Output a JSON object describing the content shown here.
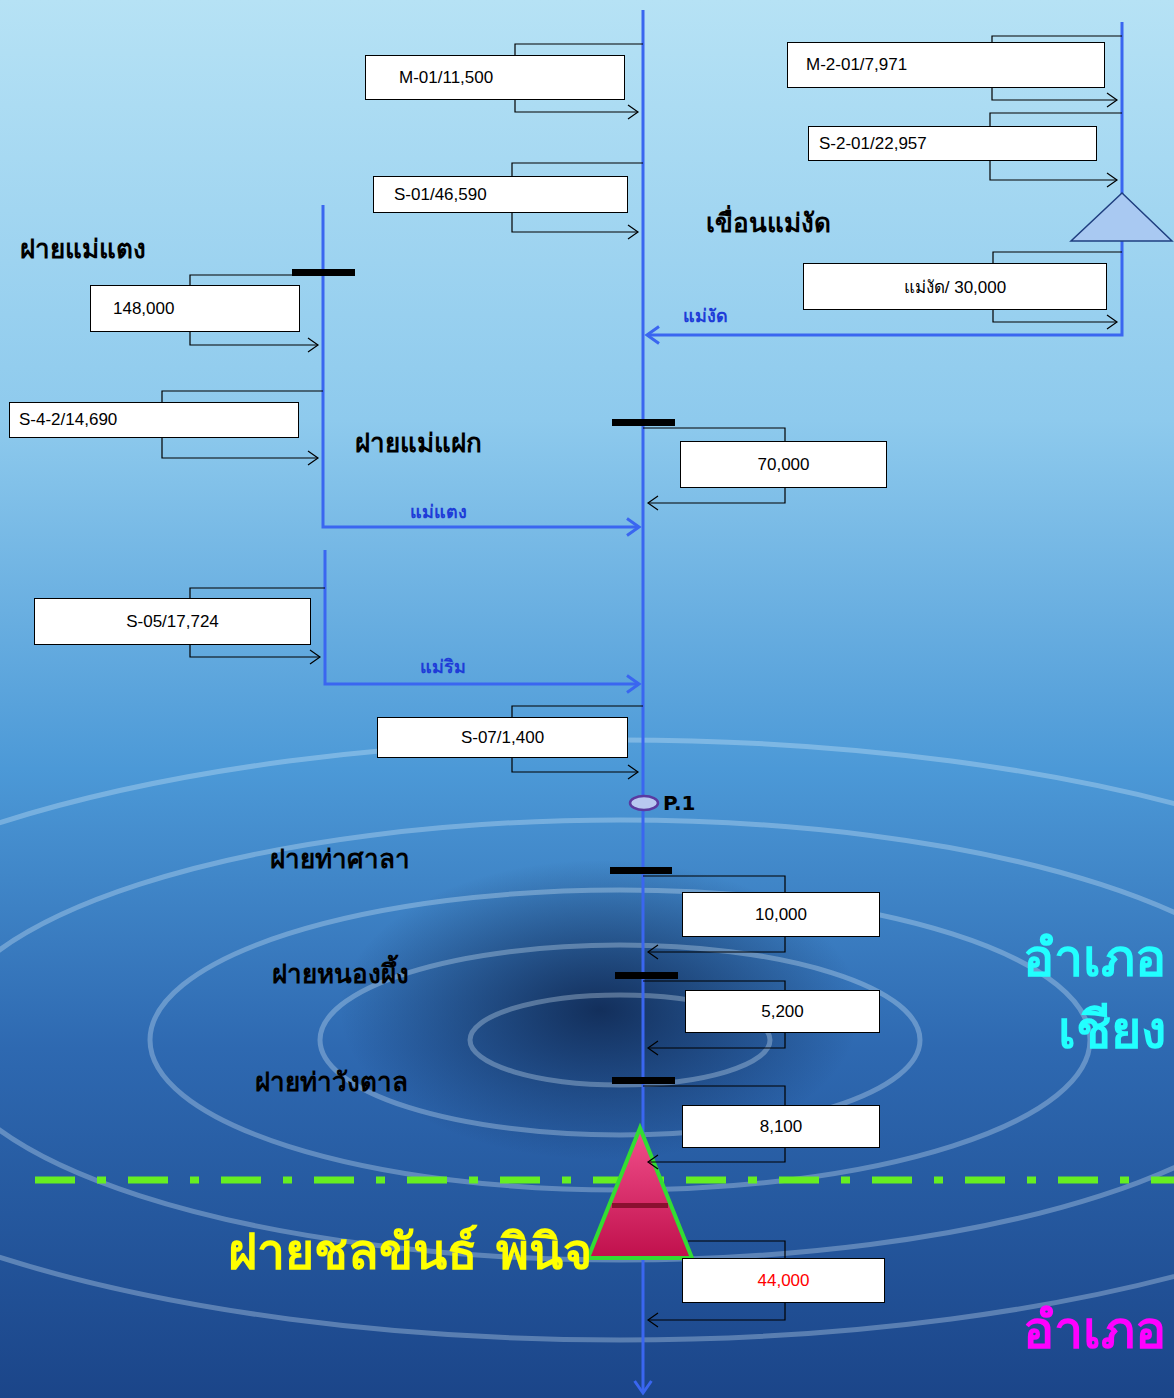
{
  "diagram": {
    "nodes": [
      {
        "text": [
          "M-01/11,500"
        ]
      },
      {
        "text": [
          "M-2-01/7,971"
        ]
      },
      {
        "text": [
          "S-01/46,590"
        ]
      },
      {
        "text": [
          "S-2-01/22,957"
        ]
      },
      {
        "text": [
          "148,000"
        ]
      },
      {
        "text": [
          "แม่งัด/ 30,000"
        ]
      },
      {
        "text": [
          "S-4-2/14,690"
        ]
      },
      {
        "text": [
          "70,000"
        ]
      },
      {
        "text": [
          "S-05/17,724"
        ]
      },
      {
        "text": [
          "S-07/1,400"
        ]
      },
      {
        "text": [
          "10,000"
        ]
      },
      {
        "text": [
          "5,200"
        ]
      },
      {
        "text": [
          "8,100"
        ]
      },
      {
        "text": [
          "44,000"
        ]
      }
    ],
    "labels": [
      "ฝายแม่แตง",
      "เขื่อนแม่งัด",
      "แม่งัด",
      "ฝายแม่แฝก",
      "แม่แตง",
      "แม่ริม",
      "P.1",
      "ฝายท่าศาลา",
      "อำเภอ",
      "ฝายหนองผึ้ง",
      "เชียง",
      "ฝายท่าวังตาล",
      "ฝายชลขันธ์ พินิจ",
      "อำเภอ"
    ]
  }
}
